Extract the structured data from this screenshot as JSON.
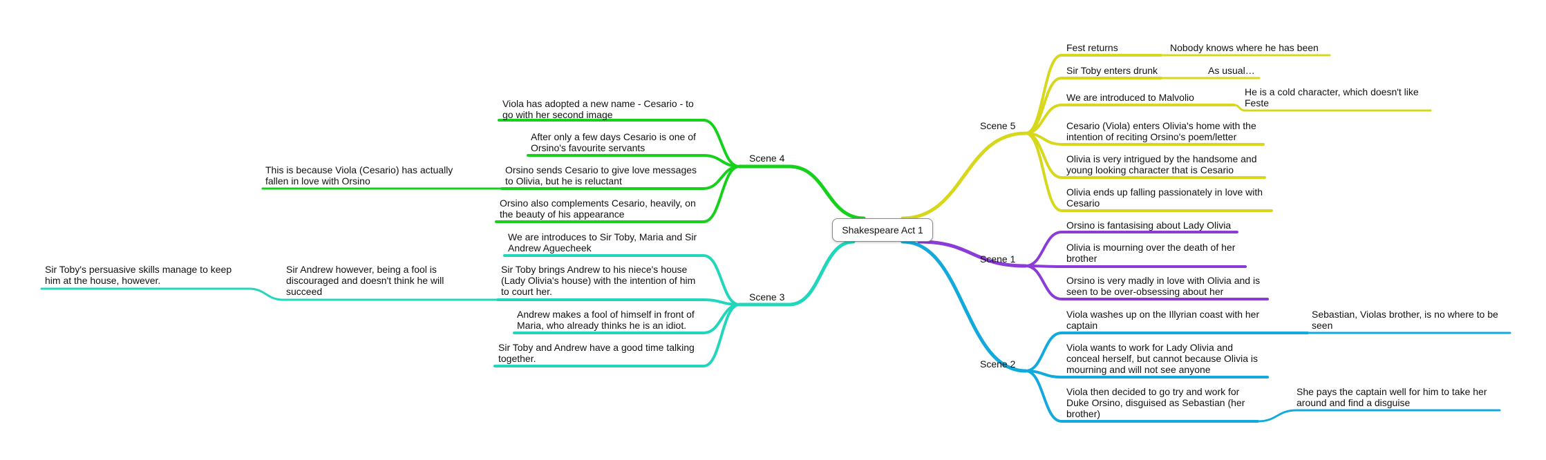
{
  "central": "Shakespeare Act 1",
  "colors": {
    "scene5": "#d7d81c",
    "scene1": "#8c3cd6",
    "scene2": "#12aadc",
    "scene3": "#22d6bc",
    "scene4": "#16d11c"
  },
  "scenes": {
    "scene5": {
      "label": "Scene 5",
      "topics": [
        "Fest returns",
        "Sir Toby enters drunk",
        "We are introduced to Malvolio",
        "Cesario (Viola) enters Olivia's home with the\nintention of reciting Orsino's poem/letter",
        "Olivia is very intrigued by the handsome and\nyoung looking character that is Cesario",
        "Olivia ends up falling passionately in love with\nCesario"
      ],
      "subs": [
        "Nobody knows where he has been",
        "As usual…",
        "He is a cold character, which doesn't like\nFeste"
      ]
    },
    "scene1": {
      "label": "Scene 1",
      "topics": [
        "Orsino is fantasising about Lady Olivia",
        "Olivia is mourning over the death of her\nbrother",
        "Orsino is very madly in love with Olivia and is\nseen to be over-obsessing about her"
      ]
    },
    "scene2": {
      "label": "Scene 2",
      "topics": [
        "Viola washes up on the Illyrian coast with her\ncaptain",
        "Viola wants to work for Lady Olivia and\nconceal herself, but cannot because Olivia is\nmourning and will not see anyone",
        "Viola then decided to go try and work for\nDuke Orsino, disguised as Sebastian (her\nbrother)"
      ],
      "subs": [
        "Sebastian, Violas brother, is no where to be\nseen",
        "She pays the captain well for him to take her\naround and find a disguise"
      ]
    },
    "scene4": {
      "label": "Scene 4",
      "topics": [
        "Viola has adopted a new name - Cesario - to\ngo with her second image",
        "After only a few days Cesario is one of\nOrsino's favourite servants",
        "Orsino sends Cesario to give love messages\nto Olivia, but he is reluctant",
        "Orsino also complements Cesario, heavily, on\nthe beauty of his appearance"
      ],
      "subs": [
        "This is because Viola (Cesario) has actually\nfallen in love with Orsino"
      ]
    },
    "scene3": {
      "label": "Scene 3",
      "topics": [
        "We are introduces to Sir Toby, Maria and Sir\nAndrew Aguecheek",
        "Sir Toby brings Andrew to his niece's house\n(Lady Olivia's house) with the intention of him\nto court her.",
        "Andrew makes a fool of himself in front of\nMaria, who already thinks he is an idiot.",
        "Sir Toby and Andrew have a good time talking\ntogether."
      ],
      "subs": [
        "Sir Andrew however, being a fool is\ndiscouraged and doesn't think he will\nsucceed",
        "Sir Toby's persuasive skills manage to keep\nhim at the house, however."
      ]
    }
  }
}
